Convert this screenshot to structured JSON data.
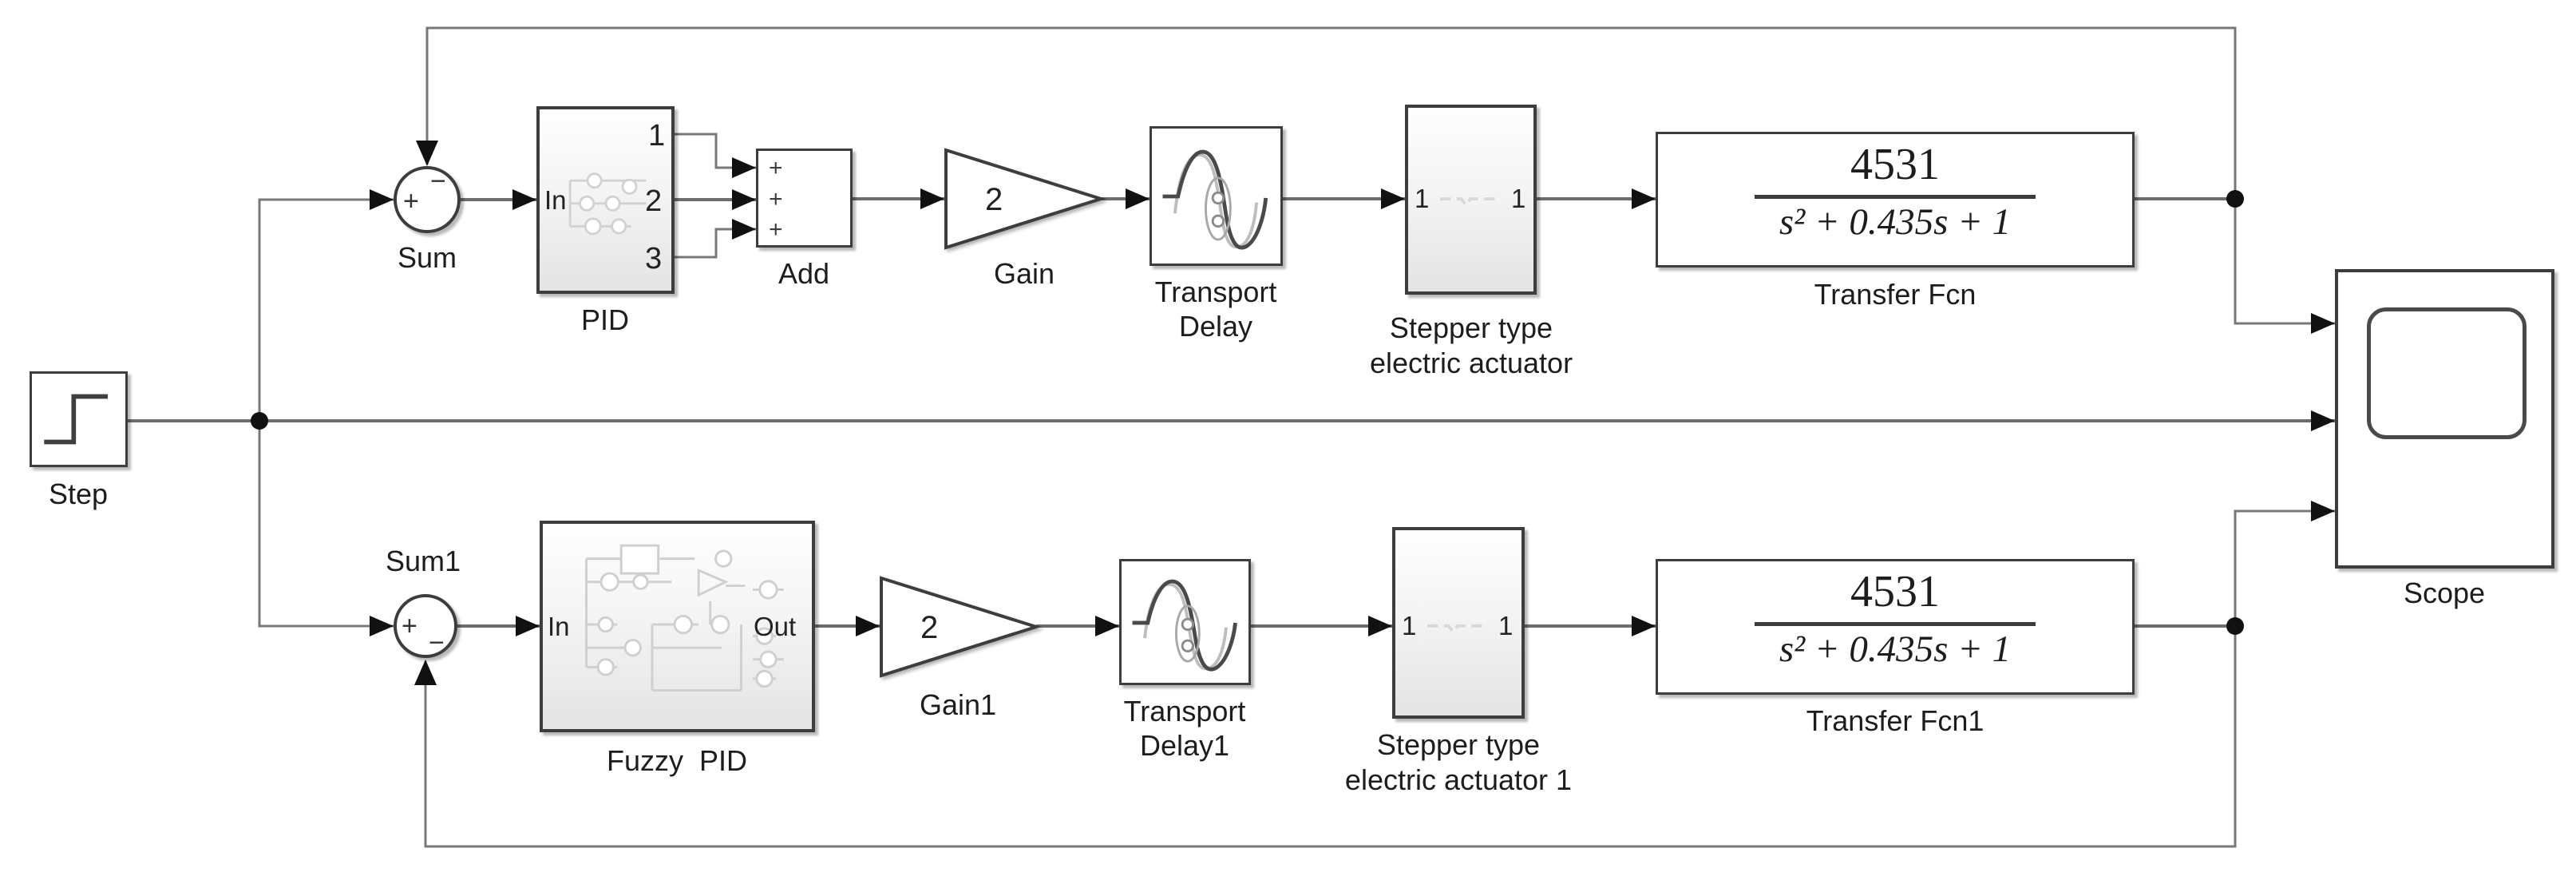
{
  "diagram": {
    "kind": "simulink-block-diagram",
    "description": "PID vs Fuzzy PID control of stepper type electric actuator with scope comparison"
  },
  "colors": {
    "background": "#ffffff",
    "wire": "#6d6d6d",
    "block_border": "#3d3d3d",
    "subsystem_fill_bottom": "#e4e4e4",
    "arrow": "#111111",
    "watermark": "#d2d2d2"
  },
  "blocks": {
    "step": {
      "label": "Step"
    },
    "sum": {
      "label": "Sum",
      "plus": "+",
      "minus": "−"
    },
    "pid": {
      "label": "PID",
      "in_port": "In",
      "out_port_1": "1",
      "out_port_2": "2",
      "out_port_3": "3"
    },
    "add": {
      "label": "Add",
      "in_sign_1": "+",
      "in_sign_2": "+",
      "in_sign_3": "+"
    },
    "gain": {
      "label": "Gain",
      "value": "2"
    },
    "transport_delay": {
      "label_line1": "Transport",
      "label_line2": "Delay"
    },
    "actuator": {
      "label_line1": "Stepper type",
      "label_line2": "electric actuator",
      "in_port": "1",
      "out_port": "1"
    },
    "transfer_fcn": {
      "label": "Transfer Fcn",
      "numerator": "4531",
      "denominator": "s² + 0.435s + 1"
    },
    "scope": {
      "label": "Scope"
    },
    "sum1": {
      "label": "Sum1",
      "plus": "+",
      "minus": "−"
    },
    "fuzzy_pid": {
      "label": "Fuzzy  PID",
      "in_port": "In",
      "out_port": "Out"
    },
    "gain1": {
      "label": "Gain1",
      "value": "2"
    },
    "transport_delay1": {
      "label_line1": "Transport",
      "label_line2": "Delay1"
    },
    "actuator1": {
      "label_line1": "Stepper type",
      "label_line2": "electric actuator 1",
      "in_port": "1",
      "out_port": "1"
    },
    "transfer_fcn1": {
      "label": "Transfer Fcn1",
      "numerator": "4531",
      "denominator": "s² + 0.435s + 1"
    }
  }
}
